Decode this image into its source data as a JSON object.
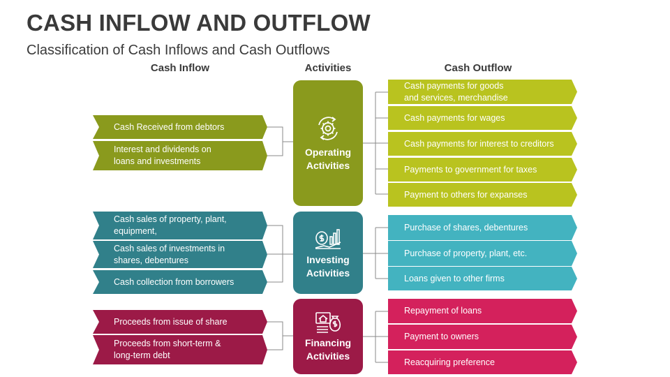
{
  "title": "CASH INFLOW AND OUTFLOW",
  "subtitle": "Classification of Cash Inflows and Cash Outflows",
  "headers": {
    "inflow": "Cash Inflow",
    "activities": "Activities",
    "outflow": "Cash Outflow"
  },
  "colors": {
    "operating_hub": "#8a9a1d",
    "operating_outflow": "#b9c31f",
    "investing_hub": "#31808a",
    "investing_outflow": "#43b3c0",
    "financing_hub": "#9c1a47",
    "financing_outflow": "#d4215c",
    "connector": "#8a8a8a"
  },
  "operating": {
    "label_1": "Operating",
    "label_2": "Activities",
    "icon": "gear-cycle-icon",
    "inflows": [
      {
        "text_1": "Cash Received from debtors",
        "text_2": ""
      },
      {
        "text_1": "Interest and dividends on",
        "text_2": "loans and investments"
      }
    ],
    "outflows": [
      {
        "text_1": "Cash payments for goods",
        "text_2": "and services, merchandise"
      },
      {
        "text_1": "Cash payments for wages",
        "text_2": ""
      },
      {
        "text_1": "Cash payments for interest to creditors",
        "text_2": ""
      },
      {
        "text_1": "Payments to government for taxes",
        "text_2": ""
      },
      {
        "text_1": "Payment to others for expanses",
        "text_2": ""
      }
    ]
  },
  "investing": {
    "label_1": "Investing",
    "label_2": "Activities",
    "icon": "money-growth-icon",
    "inflows": [
      {
        "text_1": "Cash sales of property, plant,",
        "text_2": "equipment,"
      },
      {
        "text_1": "Cash sales of investments in",
        "text_2": "shares, debentures"
      },
      {
        "text_1": "Cash collection from borrowers",
        "text_2": ""
      }
    ],
    "outflows": [
      {
        "text_1": "Purchase of shares, debentures",
        "text_2": ""
      },
      {
        "text_1": "Purchase of property, plant, etc.",
        "text_2": ""
      },
      {
        "text_1": "Loans given to other firms",
        "text_2": ""
      }
    ]
  },
  "financing": {
    "label_1": "Financing",
    "label_2": "Activities",
    "icon": "bank-money-bag-icon",
    "inflows": [
      {
        "text_1": "Proceeds from issue of share",
        "text_2": ""
      },
      {
        "text_1": "Proceeds from short-term &",
        "text_2": "long-term debt"
      }
    ],
    "outflows": [
      {
        "text_1": "Repayment of loans",
        "text_2": ""
      },
      {
        "text_1": "Payment to owners",
        "text_2": ""
      },
      {
        "text_1": "Reacquiring preference",
        "text_2": ""
      }
    ]
  }
}
